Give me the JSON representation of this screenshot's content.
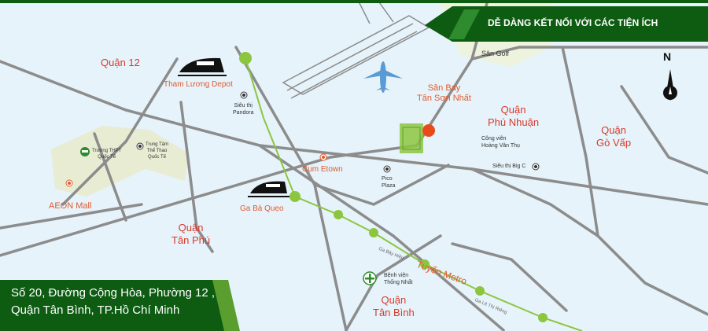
{
  "header": {
    "title": "DỄ DÀNG KẾT NỐI VỚI CÁC TIỆN ÍCH"
  },
  "address": {
    "line1": "Số 20, Đường Cộng Hòa, Phường 12 ,",
    "line2": "Quận Tân Bình, TP.Hồ Chí Minh"
  },
  "compass": {
    "label": "N"
  },
  "districts": {
    "q12": "Quận 12",
    "phu_nhuan_1": "Quận",
    "phu_nhuan_2": "Phú Nhuận",
    "go_vap_1": "Quận",
    "go_vap_2": "Gò Vấp",
    "tan_phu_1": "Quận",
    "tan_phu_2": "Tân Phú",
    "tan_binh_1": "Quận",
    "tan_binh_2": "Tân Bình"
  },
  "places": {
    "tham_luong": "Tham Lương Depot",
    "airport_1": "Sân Bay",
    "airport_2": "Tân Sơn Nhất",
    "golf": "Sân Golf",
    "pandora_1": "Siêu thị",
    "pandora_2": "Pandora",
    "etown": "Cụm Etown",
    "ga_ba_queo": "Ga Bà Quẹo",
    "aeon": "AEON Mall",
    "pico_1": "Pico",
    "pico_2": "Plaza",
    "park_1": "Công viên",
    "park_2": "Hoàng Văn Thụ",
    "bigc": "Siêu thị Big C",
    "school_1": "Trường THPT",
    "school_2": "Quốc Tế",
    "sport_1": "Trung Tâm",
    "sport_2": "Thể Thao",
    "sport_3": "Quốc Tế",
    "hospital_1": "Bệnh viện",
    "hospital_2": "Thống Nhất",
    "metro": "Tuyến Metro",
    "ga_bay_hien": "Ga Bảy Hiền",
    "ga_le_thi_rieng": "Ga Lê Thị Riêng"
  },
  "colors": {
    "green": "#2e8b2e",
    "dark_green": "#0d5c12",
    "metro_green": "#8cc63f",
    "road": "#8c8c8c",
    "red": "#d93a2b"
  }
}
